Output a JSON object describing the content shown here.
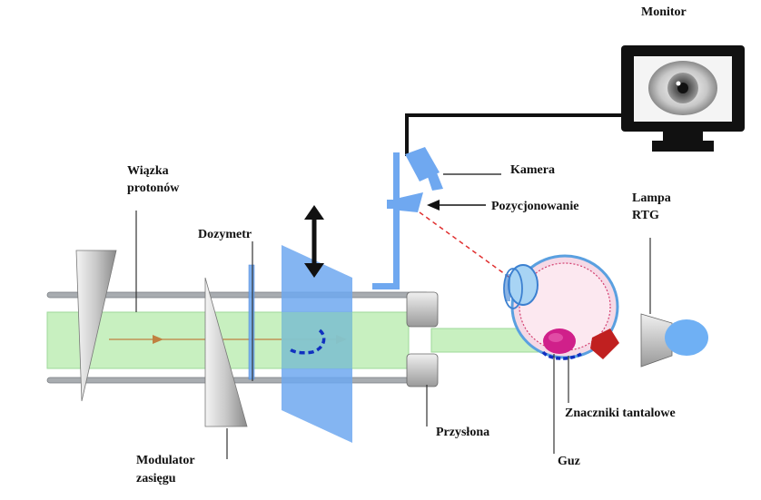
{
  "labels": {
    "monitor": "Monitor",
    "kamera": "Kamera",
    "pozycjonowanie": "Pozycjonowanie",
    "wiazka_line1": "Wiązka",
    "wiazka_line2": "protonów",
    "dozymetr": "Dozymetr",
    "lampa_line1": "Lampa",
    "lampa_line2": "RTG",
    "znaczniki": "Znaczniki tantalowe",
    "przyslona": "Przysłona",
    "guz": "Guz",
    "modulator_line1": "Modulator",
    "modulator_line2": "zasięgu"
  },
  "colors": {
    "beam_green": "#c8f0c0",
    "beam_green_edge": "#9ed99a",
    "filter_blue": "#6fa8f0",
    "rod_gray": "#a8acb0",
    "tumor_magenta": "#d0208a",
    "marker_blue": "#1030c0",
    "optic_red": "#c02020",
    "arrow_orange": "#c08040"
  },
  "icons": [
    "double-arrow-icon",
    "eye-icon",
    "camera-icon",
    "xray-lamp-icon",
    "monitor-icon"
  ]
}
